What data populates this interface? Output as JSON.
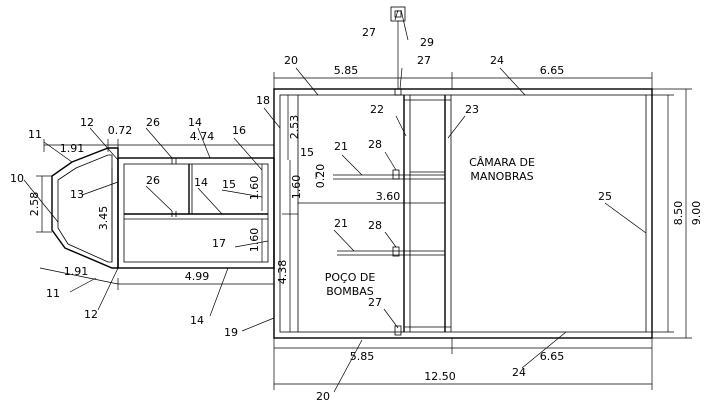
{
  "dimensions": {
    "top_left": "5.85",
    "top_right": "6.65",
    "bottom_left": "5.85",
    "bottom_right": "6.65",
    "overall_bottom": "12.50",
    "right_inner": "8.50",
    "right_outer": "9.00",
    "wing_top_short": "1.91",
    "wing_top_gap": "0.72",
    "wing_top_long": "4.74",
    "wing_bottom_short": "1.91",
    "wing_bottom_long": "4.99",
    "wing_height": "2.58",
    "tank_height": "3.45",
    "upper_bay": "1.60",
    "lower_bay": "1.60",
    "wall_height": "2.53",
    "section_mid": "1.60",
    "pipe_offset": "0.20",
    "pipe_length": "3.60",
    "lower_height": "4.38"
  },
  "labels": {
    "chamber_line1": "CÂMARA DE",
    "chamber_line2": "MANOBRAS",
    "well_line1": "POÇO DE",
    "well_line2": "BOMBAS"
  },
  "callouts": {
    "n10": "10",
    "n11a": "11",
    "n11b": "11",
    "n12a": "12",
    "n12b": "12",
    "n13": "13",
    "n14a": "14",
    "n14b": "14",
    "n14c": "14",
    "n15": "15",
    "n15b": "15",
    "n16": "16",
    "n17": "17",
    "n18": "18",
    "n19": "19",
    "n20a": "20",
    "n20b": "20",
    "n21a": "21",
    "n21b": "21",
    "n22": "22",
    "n23": "23",
    "n24a": "24",
    "n24b": "24",
    "n25": "25",
    "n26a": "26",
    "n26b": "26",
    "n27a": "27",
    "n27b": "27",
    "n27c": "27",
    "n28a": "28",
    "n28b": "28",
    "n29": "29"
  }
}
